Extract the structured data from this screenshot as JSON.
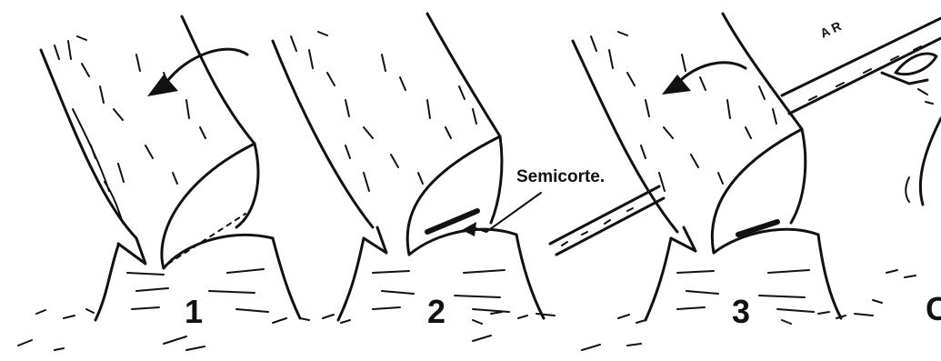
{
  "figure": {
    "steps": [
      {
        "number": "1"
      },
      {
        "number": "2",
        "callout": "Semicorte."
      },
      {
        "number": "3"
      }
    ],
    "corner_letters": "A R",
    "edge_glyph": "C",
    "colors": {
      "ink": "#111111",
      "paper": "#ffffff"
    },
    "icons": [
      "rotation-arrow-icon",
      "tool-bar-icon"
    ]
  }
}
